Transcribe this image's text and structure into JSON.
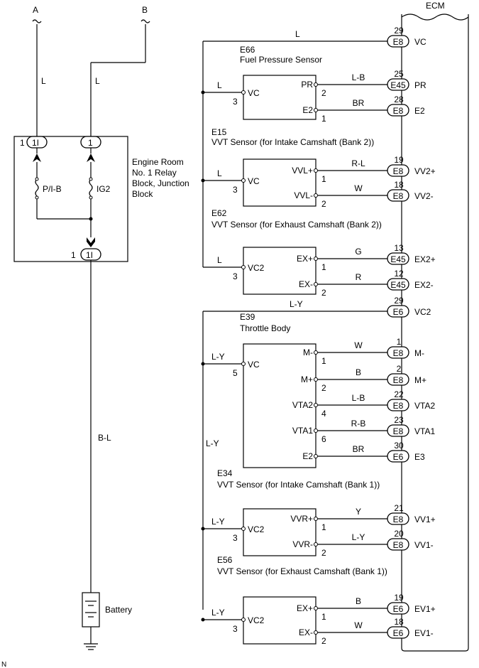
{
  "ecm": {
    "title": "ECM"
  },
  "feeds": {
    "a": "A",
    "b": "B",
    "wire_a": "L",
    "wire_b": "L",
    "wire_out": "B-L"
  },
  "relay_block": {
    "label_lines": [
      "Engine Room",
      "No. 1 Relay",
      "Block, Junction",
      "Block"
    ],
    "connector_1i": "1I",
    "connector_1": "1",
    "pin_left": "1",
    "pin_bottom": "1",
    "fuse_1": "P/I-B",
    "fuse_2": "IG2"
  },
  "battery": {
    "label": "Battery"
  },
  "corner_mark": "N",
  "sensors": [
    {
      "id": "E66",
      "name": "Fuel Pressure Sensor",
      "supply": {
        "pin": "3",
        "label": "VC",
        "wire": "L"
      },
      "pins": [
        {
          "name": "PR",
          "pin": "2",
          "wire": "L-B",
          "conn": "E45",
          "ecm_pin": "25",
          "ecm_label": "PR"
        },
        {
          "name": "E2",
          "pin": "1",
          "wire": "BR",
          "conn": "E8",
          "ecm_pin": "28",
          "ecm_label": "E2"
        }
      ]
    },
    {
      "id": "E15",
      "name": "VVT Sensor (for Intake Camshaft (Bank 2))",
      "supply": {
        "pin": "3",
        "label": "VC",
        "wire": "L"
      },
      "pins": [
        {
          "name": "VVL+",
          "pin": "1",
          "wire": "R-L",
          "conn": "E8",
          "ecm_pin": "19",
          "ecm_label": "VV2+"
        },
        {
          "name": "VVL-",
          "pin": "2",
          "wire": "W",
          "conn": "E8",
          "ecm_pin": "18",
          "ecm_label": "VV2-"
        }
      ]
    },
    {
      "id": "E62",
      "name": "VVT Sensor (for Exhaust Camshaft (Bank 2))",
      "supply": {
        "pin": "3",
        "label": "VC2",
        "wire": "L"
      },
      "pins": [
        {
          "name": "EX+",
          "pin": "1",
          "wire": "G",
          "conn": "E45",
          "ecm_pin": "13",
          "ecm_label": "EX2+"
        },
        {
          "name": "EX-",
          "pin": "2",
          "wire": "R",
          "conn": "E45",
          "ecm_pin": "12",
          "ecm_label": "EX2-"
        }
      ]
    },
    {
      "id": "E39",
      "name": "Throttle Body",
      "supply": {
        "pin": "5",
        "label": "VC",
        "wire": "L-Y"
      },
      "pins": [
        {
          "name": "M-",
          "pin": "1",
          "wire": "W",
          "conn": "E8",
          "ecm_pin": "1",
          "ecm_label": "M-"
        },
        {
          "name": "M+",
          "pin": "2",
          "wire": "B",
          "conn": "E8",
          "ecm_pin": "2",
          "ecm_label": "M+"
        },
        {
          "name": "VTA2",
          "pin": "4",
          "wire": "L-B",
          "conn": "E8",
          "ecm_pin": "22",
          "ecm_label": "VTA2"
        },
        {
          "name": "VTA1",
          "pin": "6",
          "wire": "R-B",
          "conn": "E8",
          "ecm_pin": "23",
          "ecm_label": "VTA1"
        },
        {
          "name": "E2",
          "pin": "",
          "wire": "BR",
          "conn": "E6",
          "ecm_pin": "30",
          "ecm_label": "E3"
        }
      ]
    },
    {
      "id": "E34",
      "name": "VVT Sensor (for Intake Camshaft (Bank 1))",
      "supply": {
        "pin": "3",
        "label": "VC2",
        "wire": "L-Y"
      },
      "pins": [
        {
          "name": "VVR+",
          "pin": "1",
          "wire": "Y",
          "conn": "E8",
          "ecm_pin": "21",
          "ecm_label": "VV1+"
        },
        {
          "name": "VVR-",
          "pin": "2",
          "wire": "L-Y",
          "conn": "E8",
          "ecm_pin": "20",
          "ecm_label": "VV1-"
        }
      ]
    },
    {
      "id": "E56",
      "name": "VVT Sensor (for Exhaust Camshaft (Bank 1))",
      "supply": {
        "pin": "3",
        "label": "VC2",
        "wire": "L-Y"
      },
      "pins": [
        {
          "name": "EX+",
          "pin": "1",
          "wire": "B",
          "conn": "E6",
          "ecm_pin": "19",
          "ecm_label": "EV1+"
        },
        {
          "name": "EX-",
          "pin": "2",
          "wire": "W",
          "conn": "E6",
          "ecm_pin": "18",
          "ecm_label": "EV1-"
        }
      ]
    }
  ],
  "buses": [
    {
      "wire": "L",
      "conn": "E8",
      "ecm_pin": "29",
      "ecm_label": "VC",
      "side_wire": ""
    },
    {
      "wire": "L-Y",
      "conn": "E6",
      "ecm_pin": "29",
      "ecm_label": "VC2",
      "side_wire": "L-Y"
    }
  ]
}
